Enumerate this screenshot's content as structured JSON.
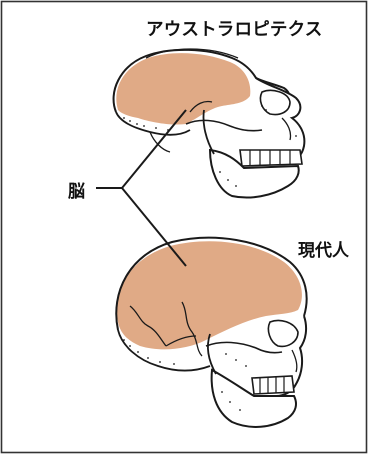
{
  "labels": {
    "australopithecus": "アウストラロピテクス",
    "brain": "脳",
    "modern_human": "現代人"
  },
  "colors": {
    "brain_fill": "#e0aa86",
    "line": "#1a1a1a",
    "frame": "#333333",
    "bone": "#ffffff"
  },
  "icons": {
    "top_skull": "australopithecus-skull-icon",
    "bottom_skull": "modern-human-skull-icon"
  }
}
